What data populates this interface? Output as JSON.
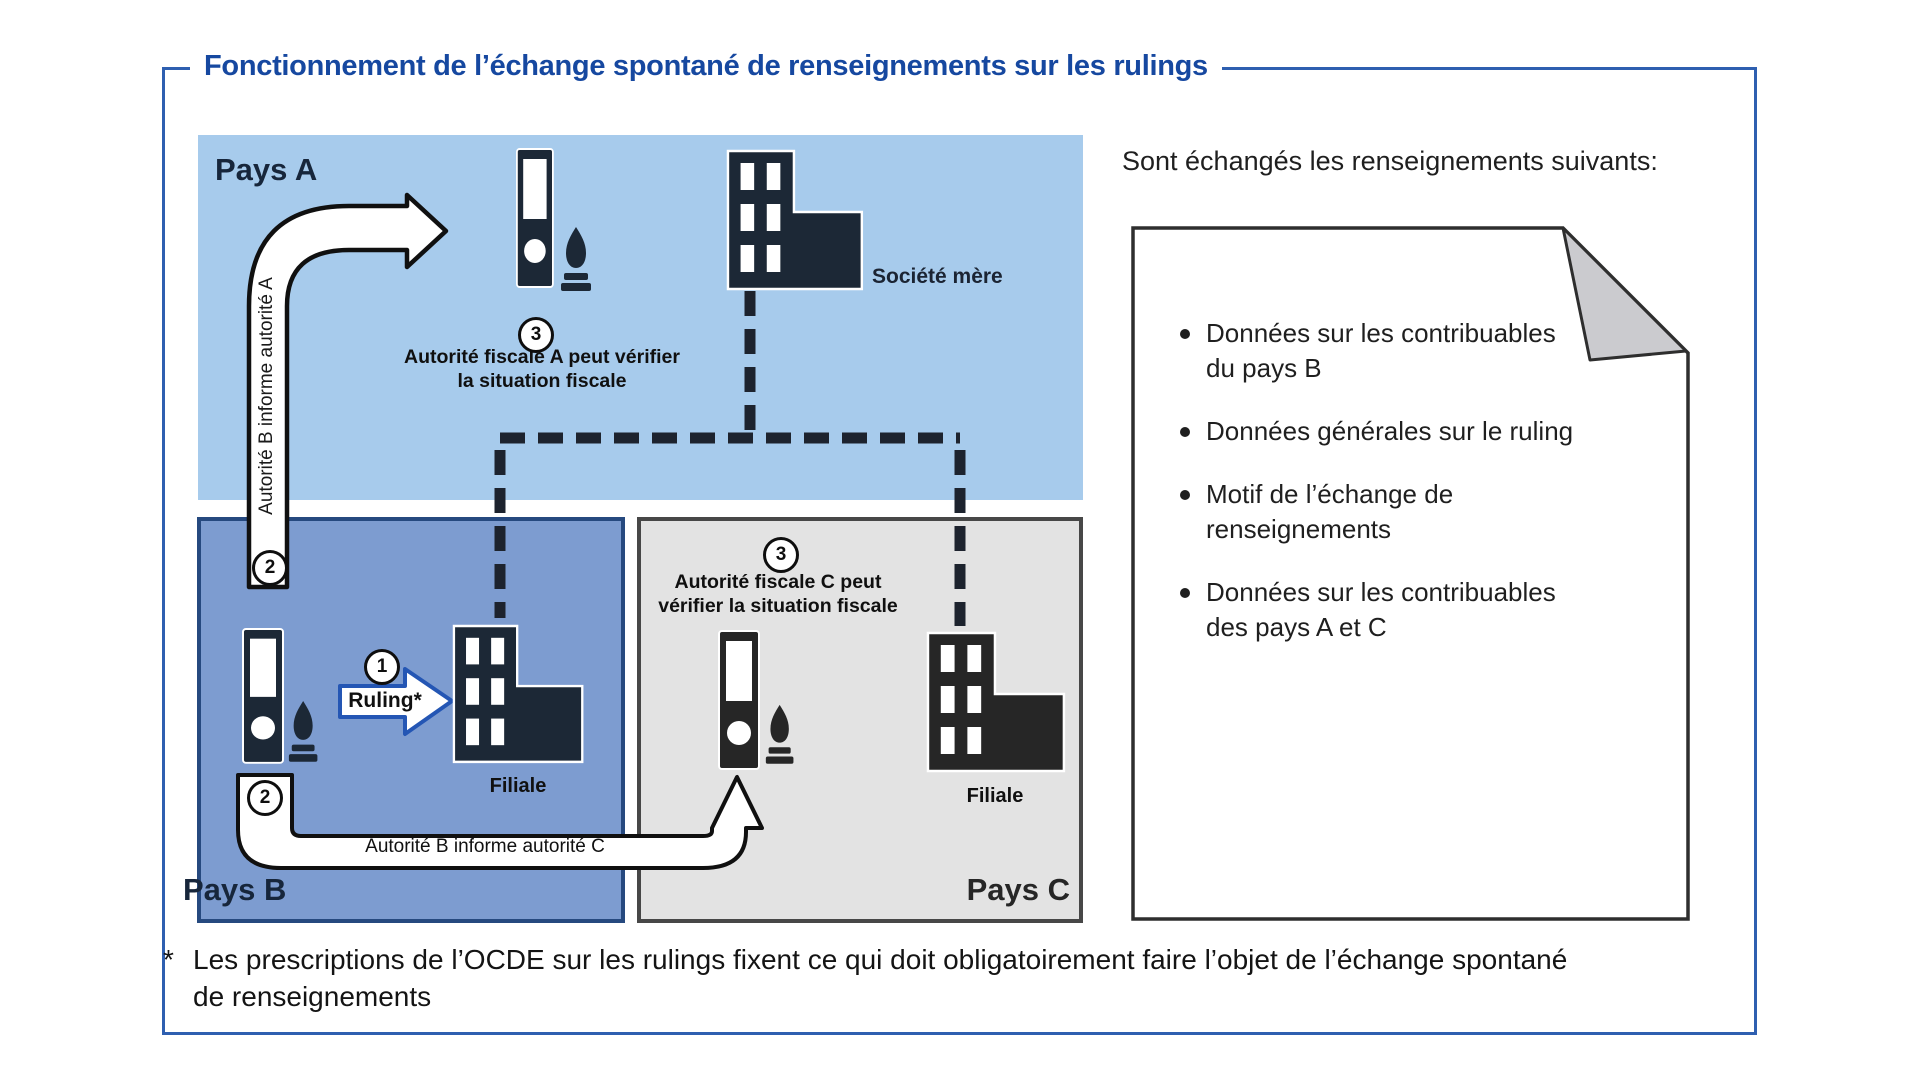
{
  "title": "Fonctionnement de l’échange spontané de renseignements sur les rulings",
  "regions": {
    "pays_a": {
      "label": "Pays A"
    },
    "pays_b": {
      "label": "Pays B"
    },
    "pays_c": {
      "label": "Pays C"
    }
  },
  "diagram": {
    "societe_mere_label": "Société mère",
    "filiale_b_label": "Filiale",
    "filiale_c_label": "Filiale",
    "step1": {
      "number": "1",
      "arrow_label": "Ruling*"
    },
    "step2_vertical": {
      "number": "2",
      "arrow_label": "Autorité B informe autorité A"
    },
    "step2_bottom": {
      "number": "2",
      "arrow_label": "Autorité B informe autorité C"
    },
    "step3_a": {
      "number": "3",
      "lines": [
        "Autorité fiscale A peut vérifier",
        "la situation fiscale"
      ]
    },
    "step3_c": {
      "number": "3",
      "lines": [
        "Autorité fiscale C peut",
        "vérifier la situation fiscale"
      ]
    }
  },
  "panel": {
    "heading": "Sont échangés les renseignements suivants:",
    "bullets": [
      {
        "lines": [
          "Données sur les contribuables",
          "du pays B"
        ]
      },
      {
        "lines": [
          "Données générales sur le ruling"
        ]
      },
      {
        "lines": [
          "Motif de l’échange de",
          "renseignements"
        ]
      },
      {
        "lines": [
          "Données sur les contribuables",
          "des pays A et C"
        ]
      }
    ]
  },
  "footnote": {
    "marker": "*",
    "lines": [
      "Les prescriptions de l’OCDE sur les rulings fixent ce qui doit obligatoirement faire l’objet de l’échange spontané",
      "de renseignements"
    ]
  },
  "colors": {
    "frame_blue": "#2e5fb0",
    "title_blue": "#1648a0",
    "pays_a_fill": "#a7cbec",
    "pays_b_fill": "#7d9cd0",
    "pays_b_border": "#26497f",
    "pays_c_fill": "#e3e3e3",
    "pays_c_border": "#474747",
    "icon_navy": "#1c2836",
    "icon_black": "#262626",
    "ruling_border": "#2456b4",
    "fold_gray": "#cbcbcf"
  }
}
